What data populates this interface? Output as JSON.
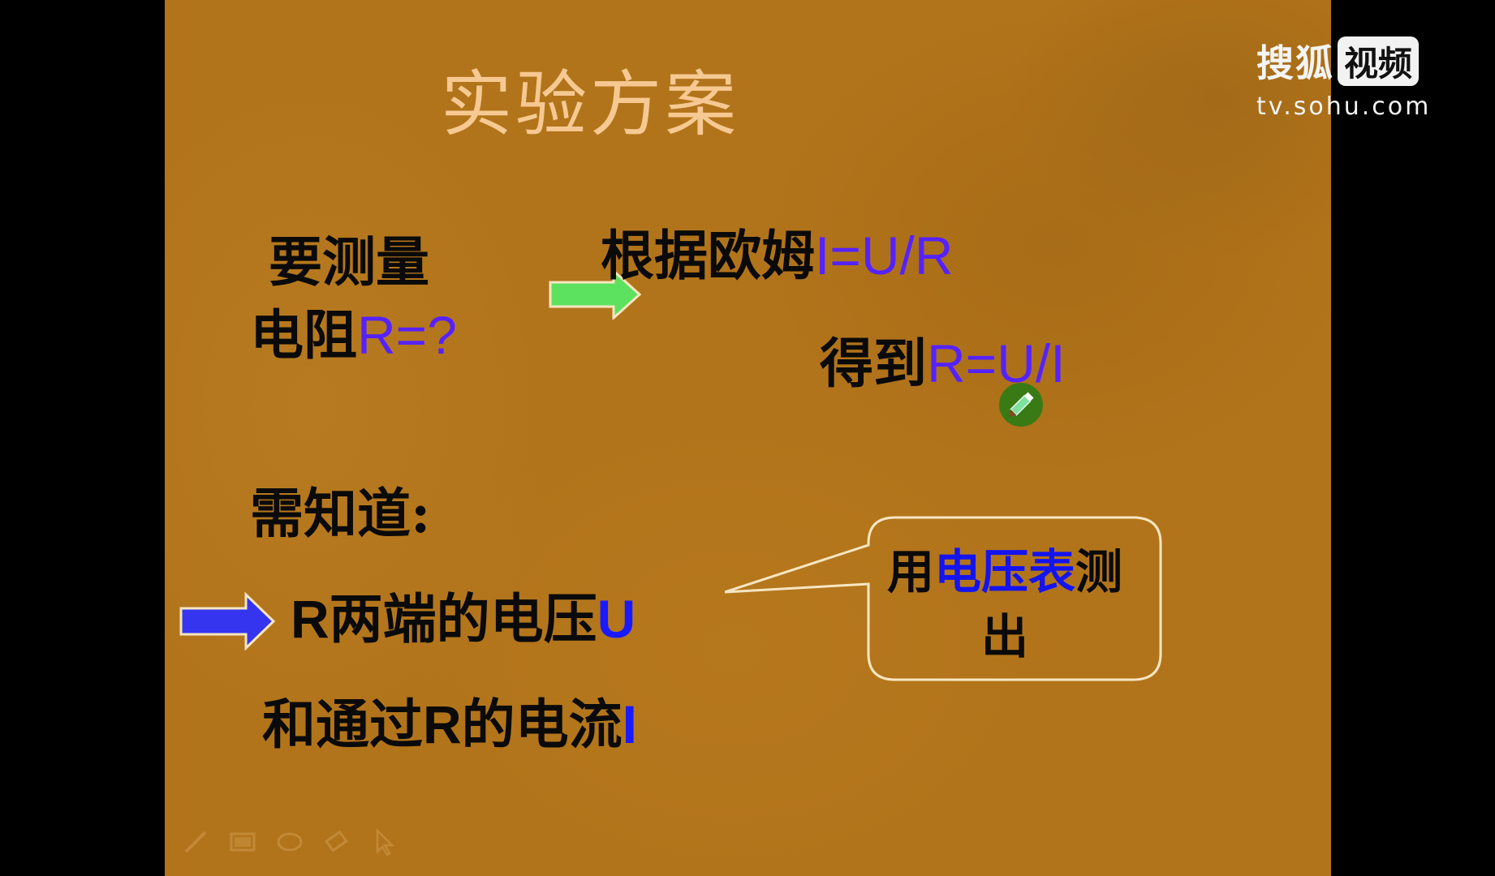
{
  "slide": {
    "title": "实验方案",
    "left_block": {
      "line1": "要测量",
      "line2_cn": "电阻",
      "line2_formula": "R=?"
    },
    "right_block": {
      "line1_cn": "根据欧姆",
      "line1_formula": "I=U/R",
      "line2_cn": "得到",
      "line2_formula": "R=U/I"
    },
    "need_label": "需知道:",
    "item1": {
      "r": "R",
      "cn": "两端的电压",
      "u": "U"
    },
    "item2": {
      "cn1": "和通过",
      "r": "R",
      "cn2": "的电流",
      "i": "I"
    },
    "callout": {
      "prefix": "用",
      "highlight": "电压表",
      "suffix": "测",
      "line2": "出"
    },
    "arrows": {
      "green": "#5de25f",
      "blue": "#3535f0"
    },
    "colors": {
      "background": "#b2741a",
      "title": "#f6c993",
      "formula_blue": "#5522ff",
      "callout_border": "#f7e6c2"
    }
  },
  "watermark": {
    "brand": "搜狐",
    "badge": "视频",
    "url": "tv.sohu.com"
  },
  "slideshow_toolbar": {
    "icons": [
      "pen-icon",
      "slides-icon",
      "comment-icon",
      "eraser-icon",
      "pointer-icon"
    ]
  }
}
